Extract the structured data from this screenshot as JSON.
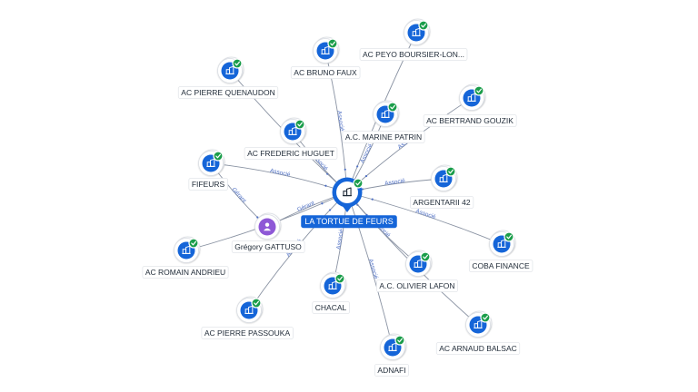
{
  "colors": {
    "company": "#1565d8",
    "person": "#8e58d6",
    "check": "#1a9d4a",
    "edge": "#8a93a3",
    "edge_label": "#4e6fc4"
  },
  "center": {
    "label": "LA TORTUE DE FEURS",
    "icon": "building-icon"
  },
  "nodes": [
    {
      "id": "bruno",
      "label": "AC BRUNO FAUX",
      "icon": "building-icon",
      "verified": true
    },
    {
      "id": "peyo",
      "label": "AC PEYO BOURSIER-LON...",
      "icon": "building-icon",
      "verified": true
    },
    {
      "id": "pierreq",
      "label": "AC PIERRE QUENAUDON",
      "icon": "building-icon",
      "verified": true
    },
    {
      "id": "bertrand",
      "label": "AC BERTRAND GOUZIK",
      "icon": "building-icon",
      "verified": true
    },
    {
      "id": "marine",
      "label": "A.C. MARINE PATRIN",
      "icon": "building-icon",
      "verified": true
    },
    {
      "id": "frederic",
      "label": "AC FREDERIC HUGUET",
      "icon": "building-icon",
      "verified": true
    },
    {
      "id": "fifeurs",
      "label": "FIFEURS",
      "icon": "building-icon",
      "verified": true
    },
    {
      "id": "argentarii",
      "label": "ARGENTARII 42",
      "icon": "building-icon",
      "verified": true
    },
    {
      "id": "gregory",
      "label": "Grégory GATTUSO",
      "icon": "person-icon",
      "verified": false
    },
    {
      "id": "coba",
      "label": "COBA FINANCE",
      "icon": "building-icon",
      "verified": true
    },
    {
      "id": "romain",
      "label": "AC ROMAIN ANDRIEU",
      "icon": "building-icon",
      "verified": true
    },
    {
      "id": "olivier",
      "label": "A.C. OLIVIER LAFON",
      "icon": "building-icon",
      "verified": true
    },
    {
      "id": "chacal",
      "label": "CHACAL",
      "icon": "building-icon",
      "verified": true
    },
    {
      "id": "pierrep",
      "label": "AC PIERRE PASSOUKA",
      "icon": "building-icon",
      "verified": true
    },
    {
      "id": "arnaud",
      "label": "AC ARNAUD BALSAC",
      "icon": "building-icon",
      "verified": true
    },
    {
      "id": "adnafi",
      "label": "ADNAFI",
      "icon": "building-icon",
      "verified": true
    }
  ],
  "edges": [
    {
      "id": "bruno",
      "to": "center",
      "label": "Associé"
    },
    {
      "id": "peyo",
      "to": "center",
      "label": ""
    },
    {
      "id": "pierreq",
      "to": "center",
      "label": ""
    },
    {
      "id": "bertrand",
      "to": "center",
      "label": "Associé"
    },
    {
      "id": "marine",
      "to": "center",
      "label": "Associé"
    },
    {
      "id": "frederic",
      "to": "center",
      "label": "Associé"
    },
    {
      "id": "fifeurs",
      "to": "center",
      "label": "Associé"
    },
    {
      "id": "fifeurs-gregory",
      "from": "fifeurs",
      "to": "gregory",
      "label": "Gérant"
    },
    {
      "id": "argentarii",
      "to": "center",
      "label": "Associé"
    },
    {
      "id": "gregory",
      "to": "center",
      "label": "Gérant"
    },
    {
      "id": "coba",
      "to": "center",
      "label": "Associé"
    },
    {
      "id": "romain",
      "to": "center",
      "label": ""
    },
    {
      "id": "olivier",
      "to": "center",
      "label": "Associé"
    },
    {
      "id": "chacal",
      "to": "center",
      "label": "Associé"
    },
    {
      "id": "pierrep",
      "to": "center",
      "label": "Associé"
    },
    {
      "id": "arnaud",
      "to": "center",
      "label": ""
    },
    {
      "id": "adnafi",
      "to": "center",
      "label": "Associé"
    }
  ]
}
